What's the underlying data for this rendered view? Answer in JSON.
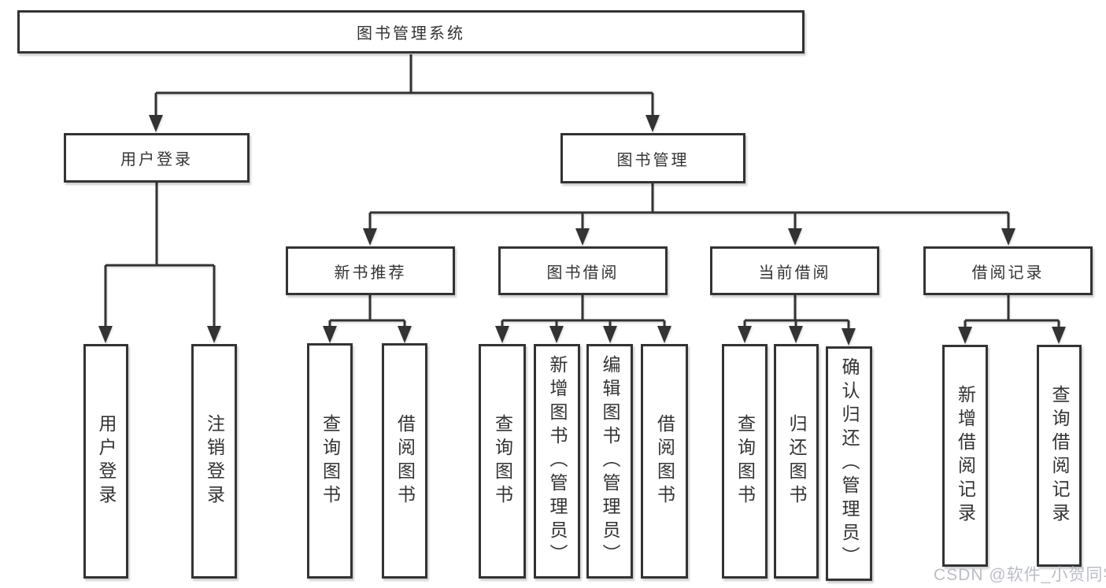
{
  "colors": {
    "line": "#333333",
    "box_border": "#333333",
    "box_bg": "#ffffff",
    "text": "#333333",
    "watermark": "#b9bdc6",
    "background": "#ffffff"
  },
  "tree": {
    "label": "图书管理系统",
    "children": [
      {
        "label": "用户登录",
        "children": [
          {
            "label": "用户登录"
          },
          {
            "label": "注销登录"
          }
        ]
      },
      {
        "label": "图书管理",
        "children": [
          {
            "label": "新书推荐",
            "children": [
              {
                "label": "查询图书"
              },
              {
                "label": "借阅图书"
              }
            ]
          },
          {
            "label": "图书借阅",
            "children": [
              {
                "label": "查询图书"
              },
              {
                "label": "新增图书（管理员）"
              },
              {
                "label": "编辑图书（管理员）"
              },
              {
                "label": "借阅图书"
              }
            ]
          },
          {
            "label": "当前借阅",
            "children": [
              {
                "label": "查询图书"
              },
              {
                "label": "归还图书"
              },
              {
                "label": "确认归还（管理员）"
              }
            ]
          },
          {
            "label": "借阅记录",
            "children": [
              {
                "label": "新增借阅记录"
              },
              {
                "label": "查询借阅记录"
              }
            ]
          }
        ]
      }
    ]
  },
  "watermark": {
    "text": "CSDN @软件_小贺同学"
  }
}
